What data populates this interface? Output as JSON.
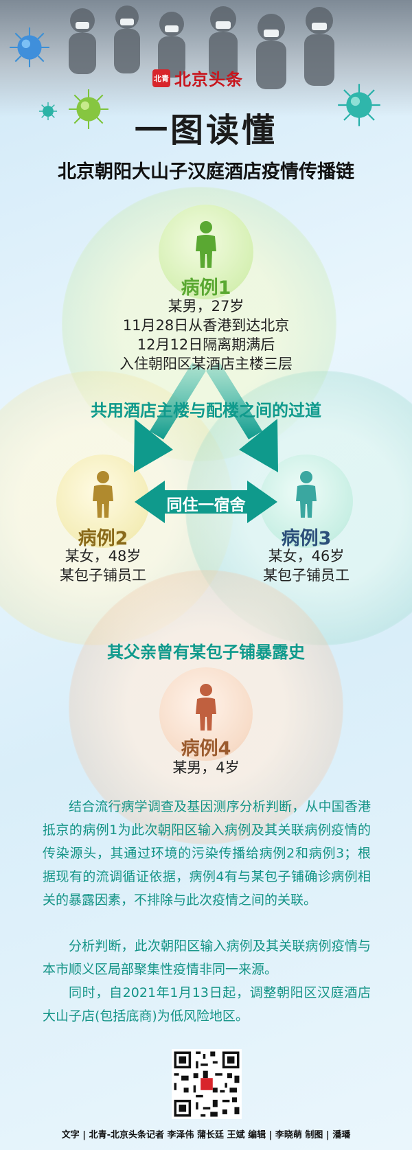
{
  "brand": {
    "logo_text": "北青",
    "name": "北京头条"
  },
  "title": "一图读懂",
  "subtitle": "北京朝阳大山子汉庭酒店疫情传播链",
  "colors": {
    "teal": "#0f9a8c",
    "case1": "#5aa832",
    "case2": "#b08a2e",
    "case3": "#3aa7a0",
    "case4": "#c0603f",
    "label2": "#8a6a1a",
    "label3": "#2c4f7a",
    "label4": "#9b5b2e"
  },
  "icons": {
    "person": "person-icon",
    "virus": "virus-icon"
  },
  "cases": [
    {
      "label": "病例1",
      "info": [
        "某男，27岁",
        "11月28日从香港到达北京",
        "12月12日隔离期满后",
        "入住朝阳区某酒店主楼三层"
      ]
    },
    {
      "label": "病例2",
      "info": [
        "某女，48岁",
        "某包子铺员工"
      ]
    },
    {
      "label": "病例3",
      "info": [
        "某女，46岁",
        "某包子铺员工"
      ]
    },
    {
      "label": "病例4",
      "info": [
        "某男，4岁"
      ]
    }
  ],
  "links": {
    "shared_corridor": "共用酒店主楼与配楼之间的过道",
    "roommates": "同住一宿舍",
    "father_exposure": "其父亲曾有某包子铺暴露史"
  },
  "paragraphs": [
    "结合流行病学调查及基因测序分析判断，从中国香港抵京的病例1为此次朝阳区输入病例及其关联病例疫情的传染源头，其通过环境的污染传播给病例2和病例3；根据现有的流调循证依据，病例4有与某包子铺确诊病例相关的暴露因素，不排除与此次疫情之间的关联。",
    "分析判断，此次朝阳区输入病例及其关联病例疫情与本市顺义区局部聚集性疫情非同一来源。",
    "同时，自2021年1月13日起，调整朝阳区汉庭酒店大山子店(包括底商)为低风险地区。"
  ],
  "credits": "文字 | 北青-北京头条记者  李泽伟    蒲长廷    王斌   编辑 | 李晓萌   制图 | 潘璠"
}
